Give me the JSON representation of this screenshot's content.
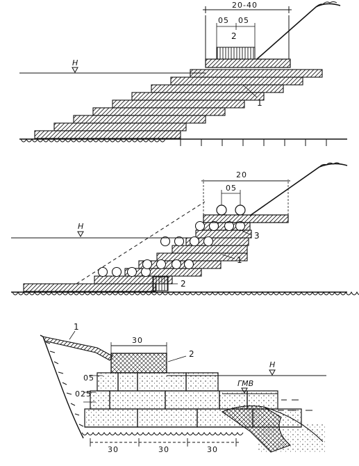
{
  "panels": [
    {
      "id": "top",
      "dims": {
        "overall": "20-40",
        "left": "05",
        "right": "05"
      },
      "water_level": "H",
      "callouts": {
        "c1": "1",
        "c2": "2"
      }
    },
    {
      "id": "middle",
      "dims": {
        "overall": "20",
        "inner": "05"
      },
      "water_level": "H",
      "callouts": {
        "c1": "1",
        "c2": "2",
        "c3": "3"
      }
    },
    {
      "id": "bottom",
      "dims": {
        "top": "30",
        "d1": "05",
        "d2": "025",
        "b1": "30",
        "b2": "30",
        "b3": "30"
      },
      "water_level": "H",
      "low_water": "ГМВ",
      "callouts": {
        "c1": "1",
        "c2": "2"
      }
    }
  ],
  "colors": {
    "ink": "#111111",
    "background": "#ffffff"
  }
}
